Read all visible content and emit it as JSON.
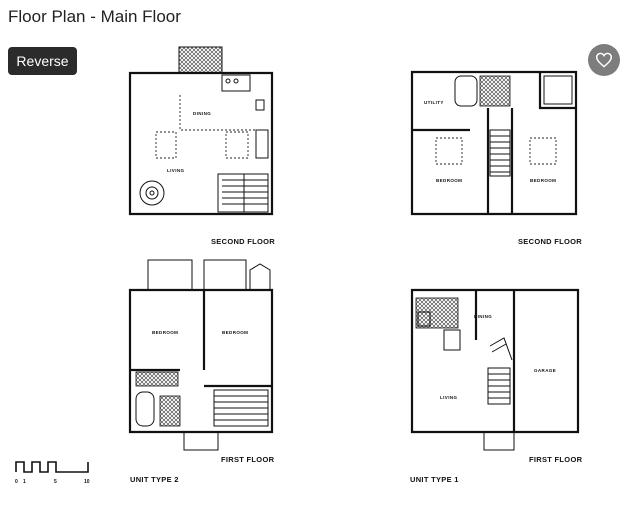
{
  "header": {
    "title": "Floor Plan - Main Floor"
  },
  "toolbar": {
    "reverse_label": "Reverse",
    "favorite_icon": "heart-icon"
  },
  "plan": {
    "left_second_floor": {
      "caption": "SECOND FLOOR",
      "rooms": [
        "DINING",
        "LIVING"
      ]
    },
    "right_second_floor": {
      "caption": "SECOND FLOOR",
      "rooms": [
        "UTILITY",
        "BEDROOM",
        "BEDROOM"
      ]
    },
    "left_first_floor": {
      "caption": "FIRST FLOOR",
      "rooms": [
        "BEDROOM",
        "BEDROOM"
      ]
    },
    "right_first_floor": {
      "caption": "FIRST FLOOR",
      "rooms": [
        "DINING",
        "GARAGE",
        "LIVING"
      ]
    },
    "unit_left": "UNIT TYPE 2",
    "unit_right": "UNIT TYPE 1",
    "scale_labels": [
      "0",
      "1",
      "5",
      "10"
    ]
  },
  "colors": {
    "button_bg": "#2b2b2b",
    "favorite_bg": "#7d7d7d",
    "line": "#111111"
  }
}
